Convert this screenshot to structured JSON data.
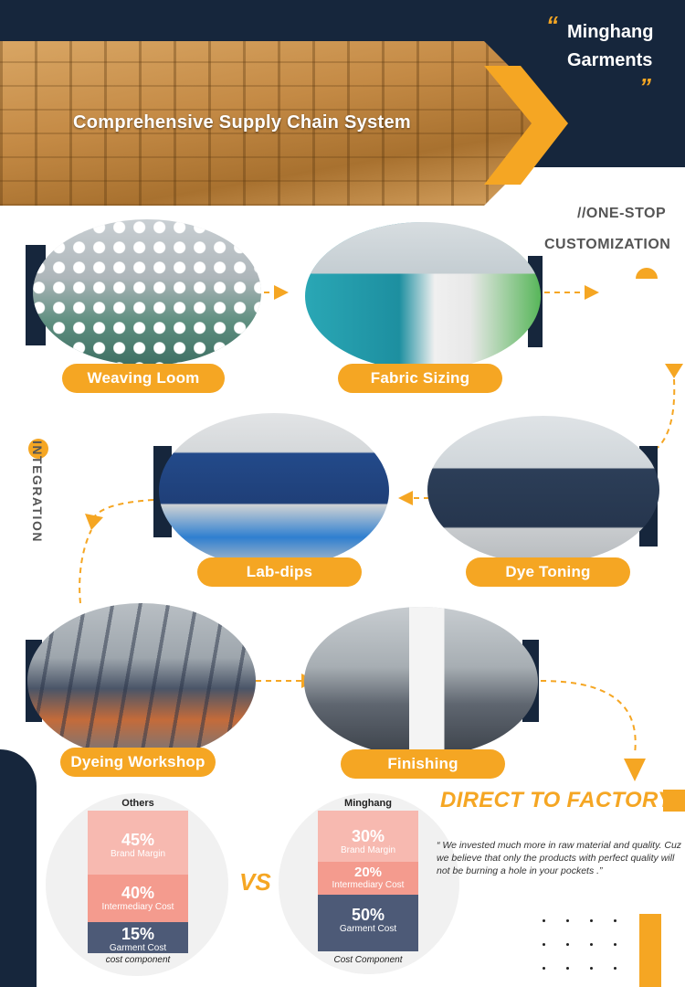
{
  "header": {
    "title": "Comprehensive Supply Chain System",
    "brand_line1": "Minghang",
    "brand_line2": "Garments",
    "quote_open": "“",
    "quote_close": "”"
  },
  "tags": {
    "one_stop": "//ONE-STOP",
    "customization": "CUSTOMIZATION",
    "integration": "INTEGRATION"
  },
  "steps": [
    {
      "label": "Weaving Loom"
    },
    {
      "label": "Fabric Sizing"
    },
    {
      "label": "Lab-dips"
    },
    {
      "label": "Dye Toning"
    },
    {
      "label": "Dyeing Workshop"
    },
    {
      "label": "Finishing"
    }
  ],
  "comparison": {
    "vs": "VS",
    "others": {
      "title": "Others",
      "segments": [
        {
          "pct": "45%",
          "label": "Brand Margin",
          "color": "#f7b9b0"
        },
        {
          "pct": "40%",
          "label": "Intermediary Cost",
          "color": "#f49b8e"
        },
        {
          "pct": "15%",
          "label": "Garment Cost",
          "color": "#4d5a77"
        }
      ],
      "caption": "cost component"
    },
    "minghang": {
      "title": "Minghang",
      "segments": [
        {
          "pct": "30%",
          "label": "Brand Margin",
          "color": "#f7b9b0"
        },
        {
          "pct": "20%",
          "label": "Intermediary Cost",
          "color": "#f49b8e"
        },
        {
          "pct": "50%",
          "label": "Garment Cost",
          "color": "#4d5a77"
        }
      ],
      "caption": "Cost Component"
    }
  },
  "direct": {
    "title": "DIRECT TO FACTORY",
    "quote": "“ We invested much more in raw material and quality. Cuz we believe that only the products with perfect quality will not be burning a hole in your pockets .”"
  },
  "colors": {
    "accent": "#f5a623",
    "navy": "#16263c"
  }
}
